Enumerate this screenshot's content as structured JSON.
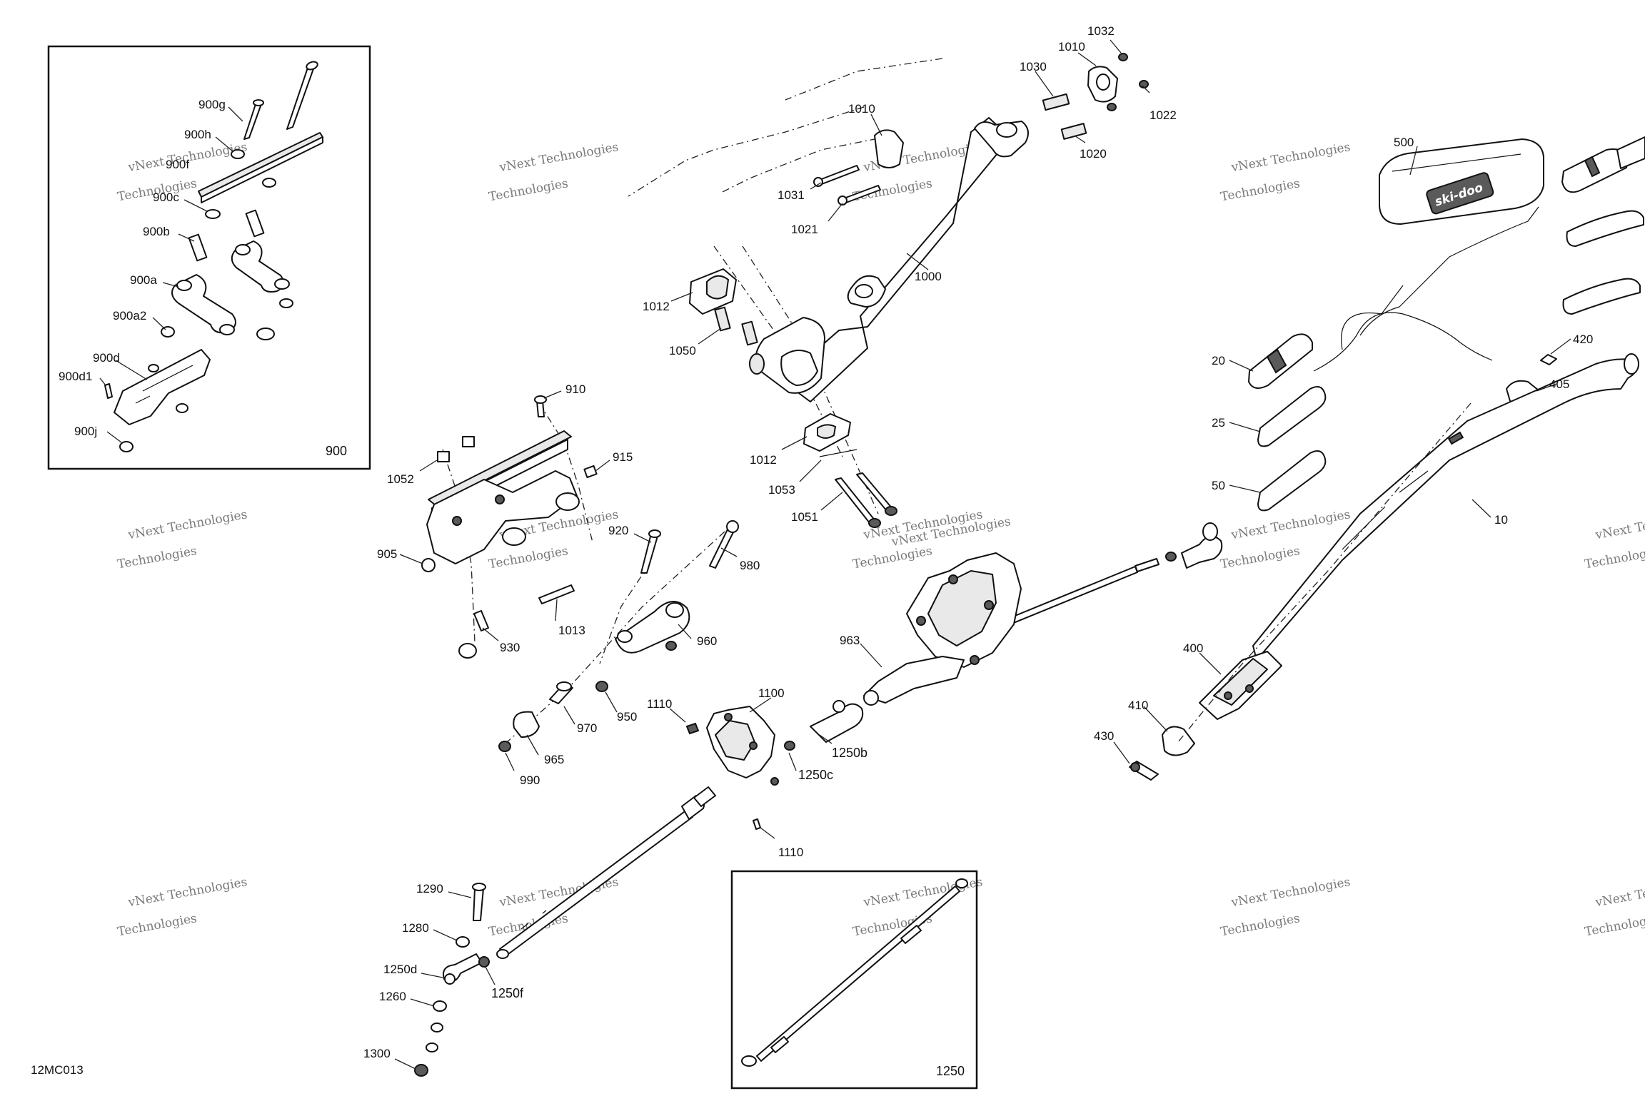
{
  "labels": {
    "l_900g": "900g",
    "l_900h": "900h",
    "l_900f": "900f",
    "l_900c": "900c",
    "l_900b": "900b",
    "l_900a": "900a",
    "l_900a2": "900a2",
    "l_900d": "900d",
    "l_900d1": "900d1",
    "l_900j": "900j",
    "l_900": "900",
    "l_1032": "1032",
    "l_1010a": "1010",
    "l_1030": "1030",
    "l_1022": "1022",
    "l_1020": "1020",
    "l_1010b": "1010",
    "l_1031": "1031",
    "l_1021": "1021",
    "l_1000": "1000",
    "l_1012a": "1012",
    "l_1050": "1050",
    "l_1012b": "1012",
    "l_1053": "1053",
    "l_1051": "1051",
    "l_910": "910",
    "l_915": "915",
    "l_1052": "1052",
    "l_905": "905",
    "l_920": "920",
    "l_980": "980",
    "l_1013": "1013",
    "l_930": "930",
    "l_960": "960",
    "l_950": "950",
    "l_970": "970",
    "l_965": "965",
    "l_990": "990",
    "l_963": "963",
    "l_1110a": "1110",
    "l_1100": "1100",
    "l_1250b": "1250b",
    "l_1250c": "1250c",
    "l_1110b": "1110",
    "l_1290": "1290",
    "l_1280": "1280",
    "l_1250d": "1250d",
    "l_1250f": "1250f",
    "l_1260": "1260",
    "l_1300": "1300",
    "l_1250": "1250",
    "l_code": "12MC013",
    "l_500": "500",
    "l_20": "20",
    "l_25": "25",
    "l_50": "50",
    "l_420": "420",
    "l_405": "405",
    "l_10": "10",
    "l_400": "400",
    "l_410": "410",
    "l_430": "430"
  },
  "watermark": {
    "line1": "vNext Technologies",
    "line2": "Technologies"
  },
  "brand": {
    "logo_text": "ski-doo"
  }
}
